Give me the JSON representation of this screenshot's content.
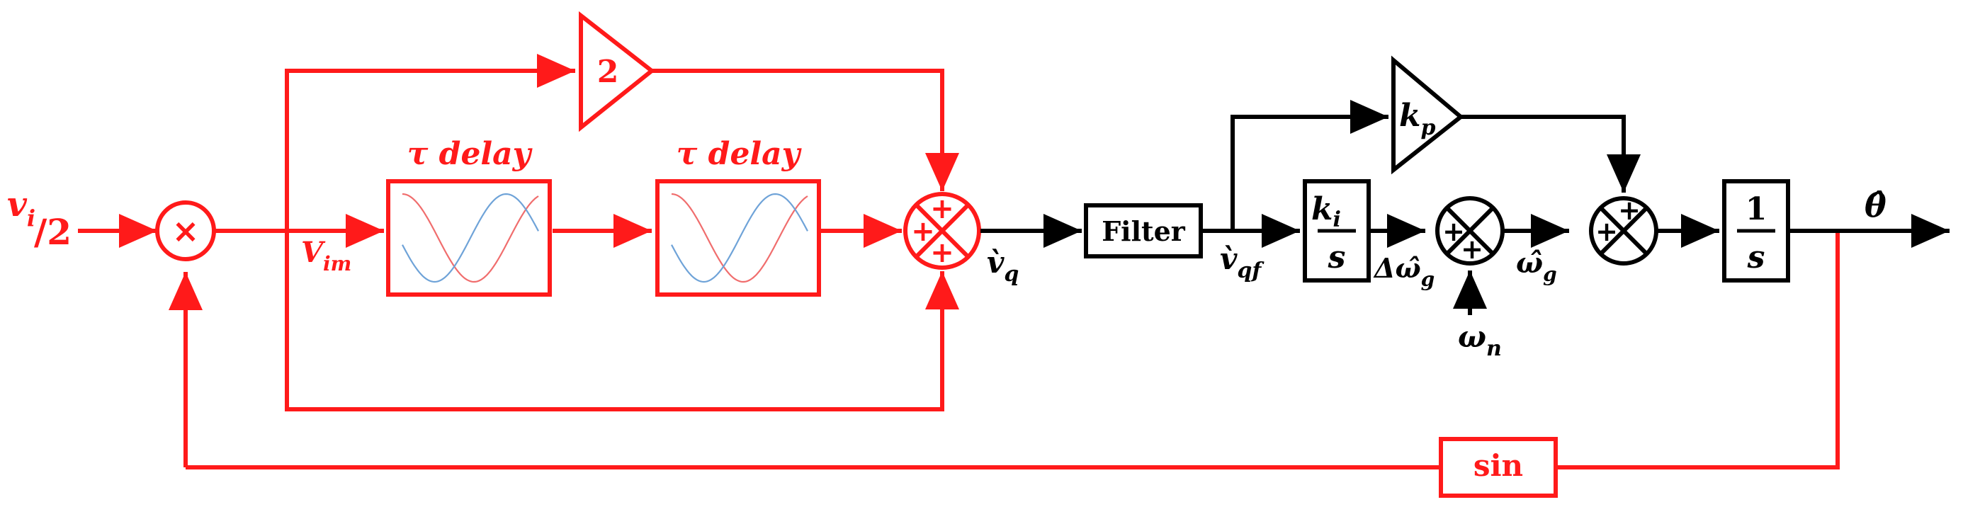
{
  "colors": {
    "red": "#ff1a1a",
    "black": "#000000",
    "wave_red": "#f06d6d",
    "wave_blue": "#6fa3d8"
  },
  "labels": {
    "input_v": "v",
    "input_v_sub": "i",
    "input_div": "/2",
    "vim": "V",
    "vim_sub": "im",
    "gain_two": "2",
    "delay1": "τ delay",
    "delay2": "τ delay",
    "vq": "v̀",
    "vq_sub": "q",
    "filter": "Filter",
    "vqf": "v̀",
    "vqf_sub": "qf",
    "kp": "k",
    "kp_sub": "p",
    "ki": "k",
    "ki_sub": "i",
    "ki_den": "s",
    "delta_omega": "Δω̂",
    "delta_omega_sub": "g",
    "omega_hat": "ω̂",
    "omega_hat_sub": "g",
    "omega_n": "ω",
    "omega_n_sub": "n",
    "int_num": "1",
    "int_den": "s",
    "theta": "θ̂",
    "sin": "sin",
    "multiply": "×",
    "plus": "+"
  }
}
